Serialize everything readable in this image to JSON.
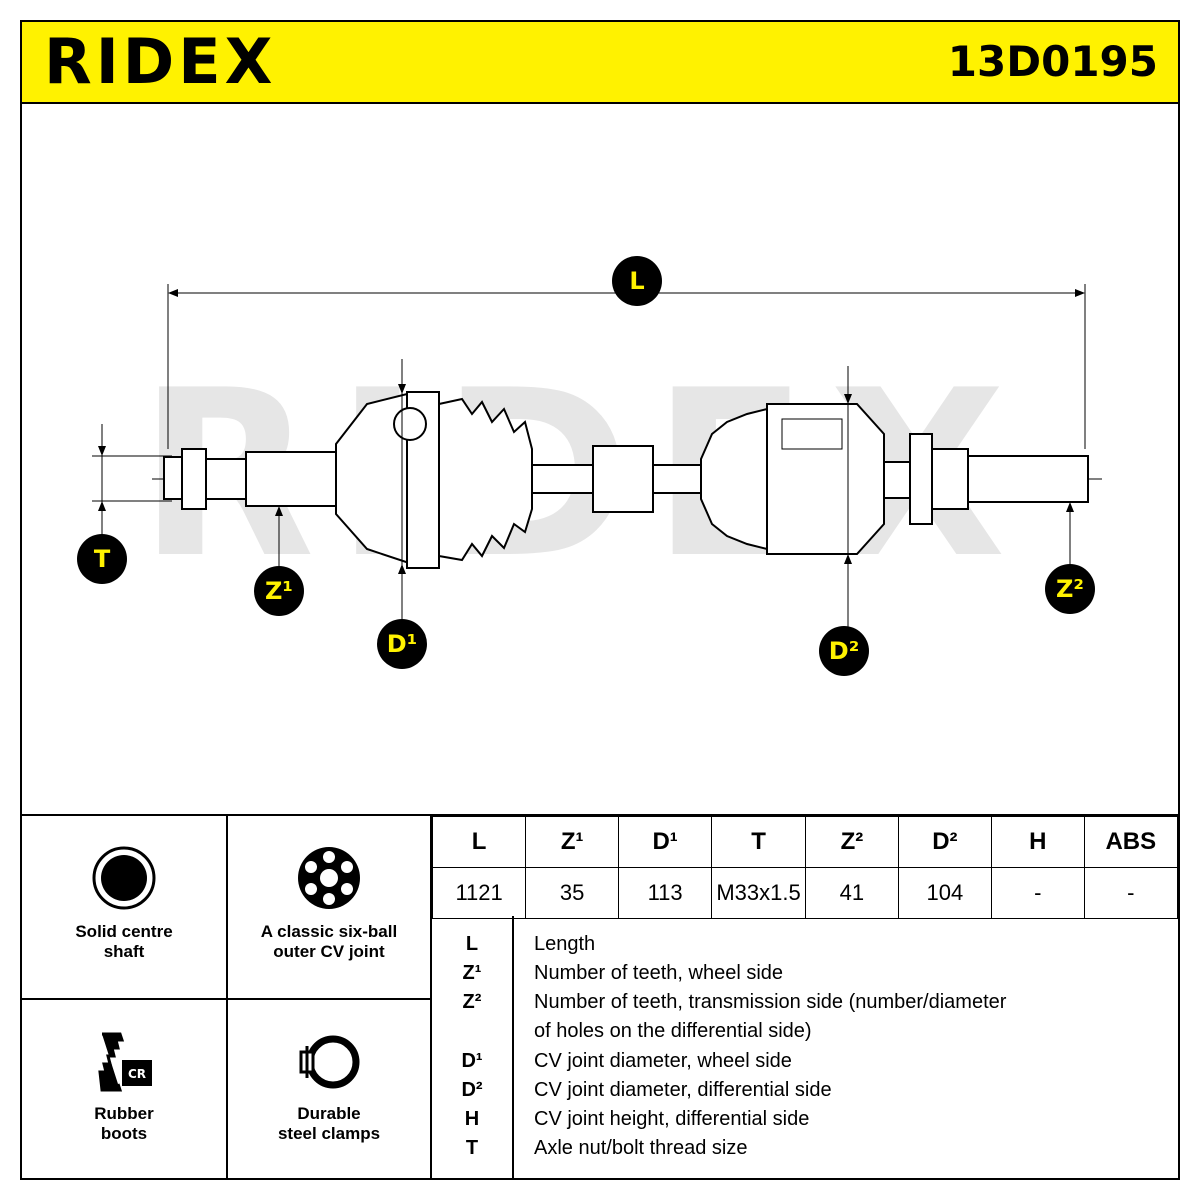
{
  "header": {
    "brand": "RIDEX",
    "part_number": "13D0195"
  },
  "watermark": "RIDEX",
  "colors": {
    "accent": "#fff200",
    "ink": "#000000",
    "watermark": "#e6e6e6"
  },
  "drawing": {
    "labels": {
      "L": "L",
      "T": "T",
      "Z1": "Z¹",
      "Z2": "Z²",
      "D1": "D¹",
      "D2": "D²"
    }
  },
  "features": [
    {
      "icon": "solid-shaft-icon",
      "label": "Solid centre\nshaft"
    },
    {
      "icon": "six-ball-joint-icon",
      "label": "A classic six-ball\nouter CV joint"
    },
    {
      "icon": "rubber-boot-cr-icon",
      "label": "Rubber\nboots",
      "badge": "CR"
    },
    {
      "icon": "steel-clamp-icon",
      "label": "Durable\nsteel clamps"
    }
  ],
  "spec_table": {
    "headers": [
      "L",
      "Z¹",
      "D¹",
      "T",
      "Z²",
      "D²",
      "H",
      "ABS"
    ],
    "values": [
      "1121",
      "35",
      "113",
      "M33x1.5",
      "41",
      "104",
      "-",
      "-"
    ]
  },
  "legend": [
    {
      "key": "L",
      "text": "Length"
    },
    {
      "key": "Z¹",
      "text": "Number of teeth, wheel side"
    },
    {
      "key": "Z²",
      "text": "Number of teeth, transmission side (number/diameter"
    },
    {
      "key": "",
      "text": "of holes on the differential side)"
    },
    {
      "key": "D¹",
      "text": "CV joint diameter, wheel side"
    },
    {
      "key": "D²",
      "text": "CV joint diameter, differential side"
    },
    {
      "key": "H",
      "text": "CV joint height, differential side"
    },
    {
      "key": "T",
      "text": "Axle nut/bolt thread size"
    }
  ]
}
